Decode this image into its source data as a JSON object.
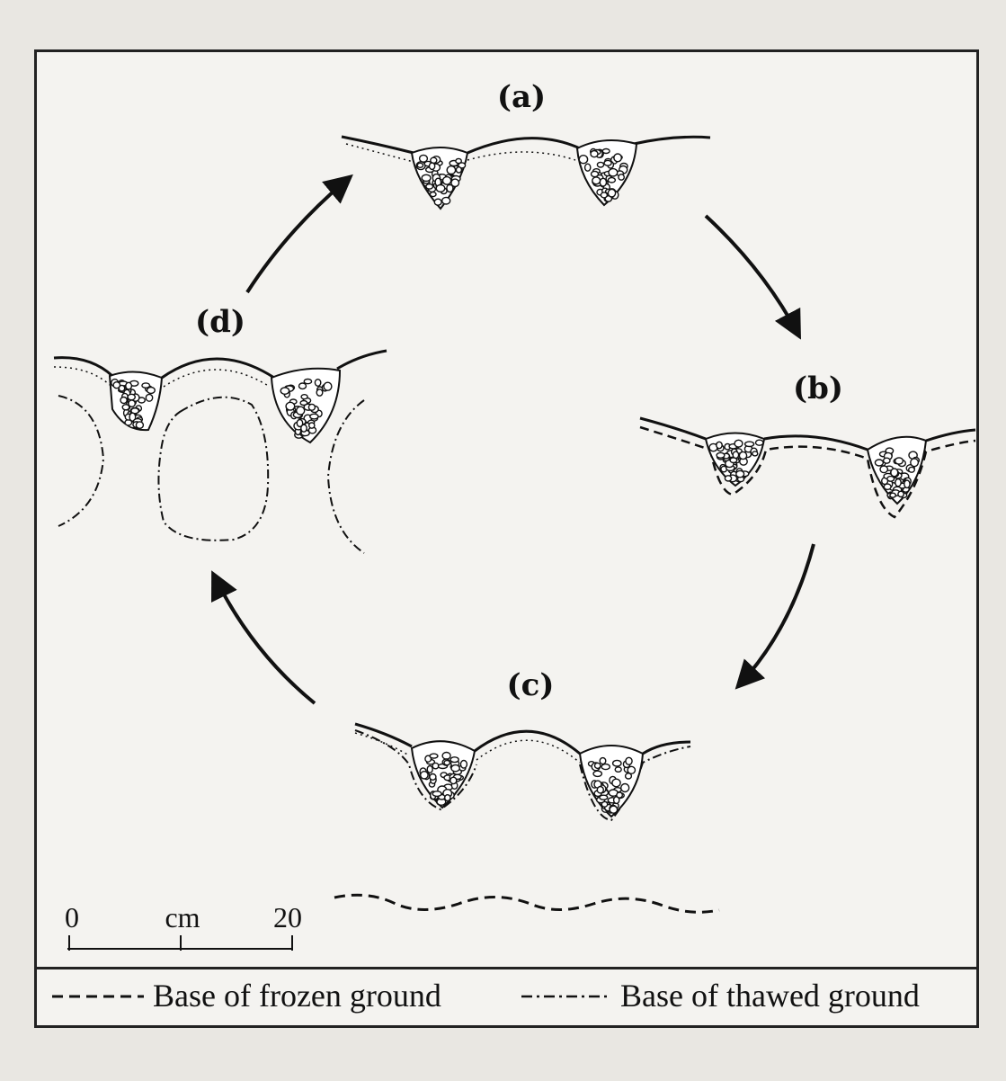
{
  "panels": {
    "a": {
      "label": "(a)"
    },
    "b": {
      "label": "(b)"
    },
    "c": {
      "label": "(c)"
    },
    "d": {
      "label": "(d)"
    }
  },
  "scale_bar": {
    "start": "0",
    "unit": "cm",
    "end": "20"
  },
  "legend": {
    "frozen": "Base of frozen ground",
    "thawed": "Base of thawed ground"
  },
  "colors": {
    "ink": "#111111",
    "background": "#f4f3f0"
  }
}
